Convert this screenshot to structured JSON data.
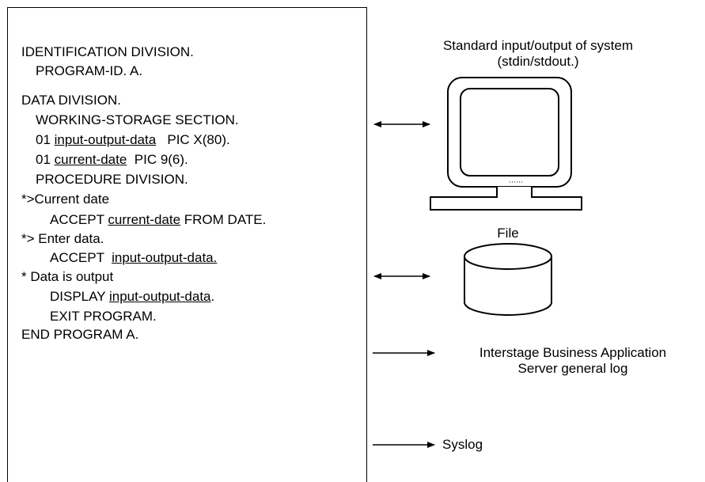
{
  "code": {
    "lines": [
      {
        "indent": 0,
        "parts": [
          {
            "text": "IDENTIFICATION DIVISION."
          }
        ]
      },
      {
        "indent": 1,
        "parts": [
          {
            "text": "PROGRAM-ID. A."
          }
        ]
      },
      {
        "indent": 0,
        "parts": [
          {
            "text": "DATA DIVISION."
          }
        ]
      },
      {
        "indent": 1,
        "parts": [
          {
            "text": "WORKING-STORAGE SECTION."
          }
        ]
      },
      {
        "indent": 1,
        "parts": [
          {
            "text": "01 "
          },
          {
            "text": "input-output-data",
            "u": true
          },
          {
            "text": "   PIC X(80)."
          }
        ]
      },
      {
        "indent": 1,
        "parts": [
          {
            "text": "01 "
          },
          {
            "text": "current-date",
            "u": true
          },
          {
            "text": "  PIC 9(6)."
          }
        ]
      },
      {
        "indent": 1,
        "parts": [
          {
            "text": "PROCEDURE DIVISION."
          }
        ]
      },
      {
        "indent": 0,
        "parts": [
          {
            "text": "*>Current date"
          }
        ]
      },
      {
        "indent": 2,
        "parts": [
          {
            "text": "ACCEPT "
          },
          {
            "text": "current-date",
            "u": true
          },
          {
            "text": " FROM DATE."
          }
        ]
      },
      {
        "indent": 0,
        "parts": [
          {
            "text": "*> Enter data."
          }
        ]
      },
      {
        "indent": 2,
        "parts": [
          {
            "text": "ACCEPT  "
          },
          {
            "text": "input-output-data.",
            "u": true
          }
        ]
      },
      {
        "indent": 0,
        "parts": [
          {
            "text": "* Data is output"
          }
        ]
      },
      {
        "indent": 2,
        "parts": [
          {
            "text": "DISPLAY "
          },
          {
            "text": "input-output-data",
            "u": true
          },
          {
            "text": "."
          }
        ]
      },
      {
        "indent": 2,
        "parts": [
          {
            "text": "EXIT PROGRAM."
          }
        ]
      },
      {
        "indent": 0,
        "parts": [
          {
            "text": "END PROGRAM A."
          }
        ]
      }
    ]
  },
  "targets": {
    "terminal_label": "Standard input/output of system\n(stdin/stdout.)",
    "file_label": "File",
    "log_label": "Interstage Business Application\nServer general log",
    "syslog_label": "Syslog"
  }
}
